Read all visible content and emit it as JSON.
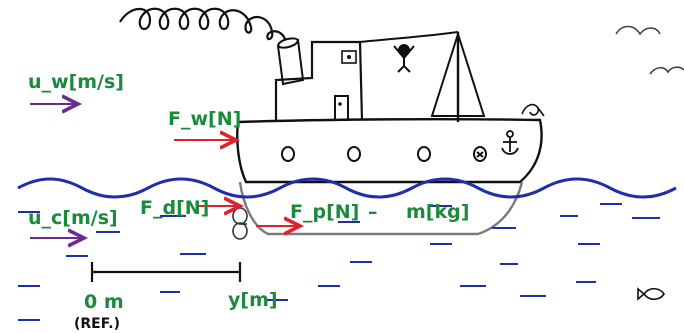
{
  "labels": {
    "wind_speed": "u_w[m/s]",
    "current_speed": "u_c[m/s]",
    "wind_force": "F_w[N]",
    "drag_force": "F_d[N]",
    "propulsion_force": "F_p[N]",
    "mass": "m[kg]",
    "position": "y[m]",
    "origin": "0 m",
    "reference": "(REF.)",
    "dash": "–"
  },
  "colors": {
    "label_text": "#1a8a3c",
    "velocity_arrow": "#6a2c91",
    "force_arrow": "#e0202a",
    "water": "#1f2fa8",
    "hull_underwater": "#7a7a7a",
    "outline": "#111111"
  },
  "icons": [
    "smoke-plume",
    "bird-icon",
    "stick-figure-icon",
    "anchor-icon",
    "propeller-icon",
    "fish-icon"
  ]
}
